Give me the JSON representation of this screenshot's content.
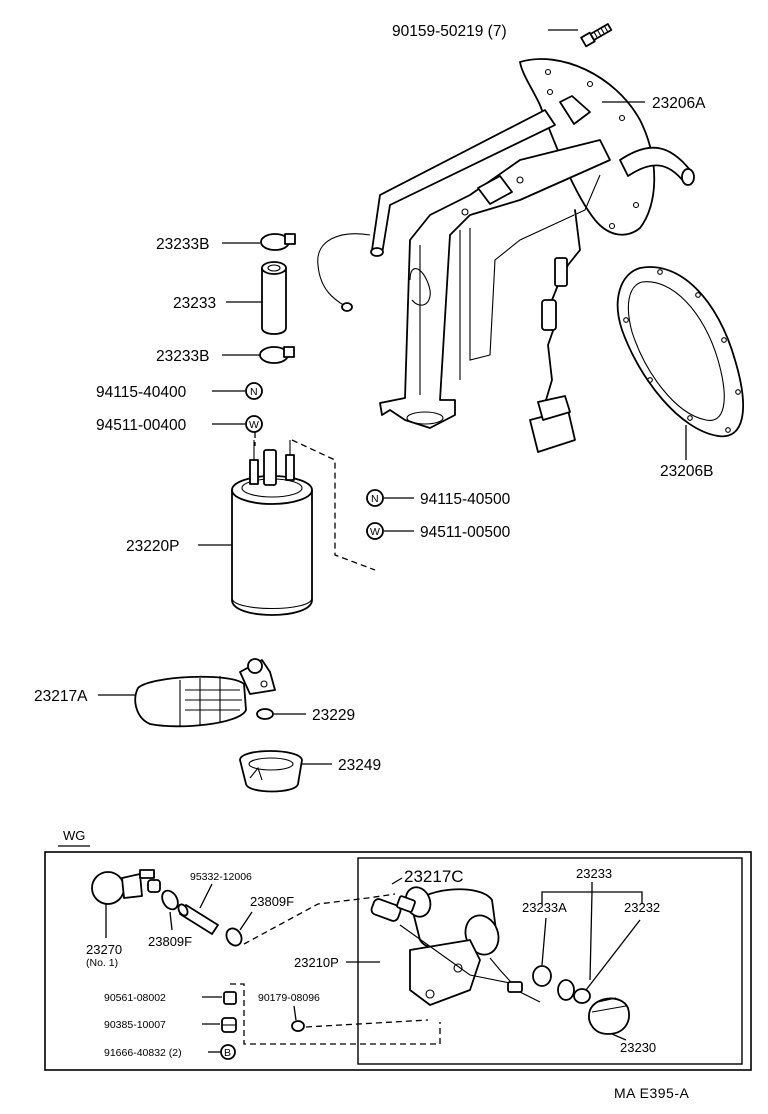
{
  "labels": {
    "bolt": "90159-50219 (7)",
    "pump_bracket": "23206A",
    "gasket": "23206B",
    "clamp_top": "23233B",
    "hose": "23233",
    "clamp_bottom": "23233B",
    "nut_left": "94115-40400",
    "washer_left": "94511-00400",
    "nut_right": "94115-40500",
    "washer_right": "94511-00500",
    "fuel_pump": "23220P",
    "strainer": "23217A",
    "clip": "23229",
    "cushion": "23249",
    "section_code": "WG",
    "wg_hose_top": "95332-12006",
    "wg_clamp_right": "23809F",
    "wg_clamp_left": "23809F",
    "wg_damper": "23270",
    "wg_damper_note": "(No. 1)",
    "wg_strainer": "23217C",
    "wg_hose": "23233",
    "wg_clamp": "23233A",
    "wg_grommet": "23232",
    "wg_pump": "23210P",
    "wg_cap": "23230",
    "wg_p1": "90561-08002",
    "wg_p2": "90385-10007",
    "wg_p3": "91666-40832 (2)",
    "wg_p4": "90179-08096",
    "diagram_code": "MA E395-A"
  },
  "symbols": {
    "nut": "N",
    "washer": "W",
    "bolt_b": "B"
  }
}
